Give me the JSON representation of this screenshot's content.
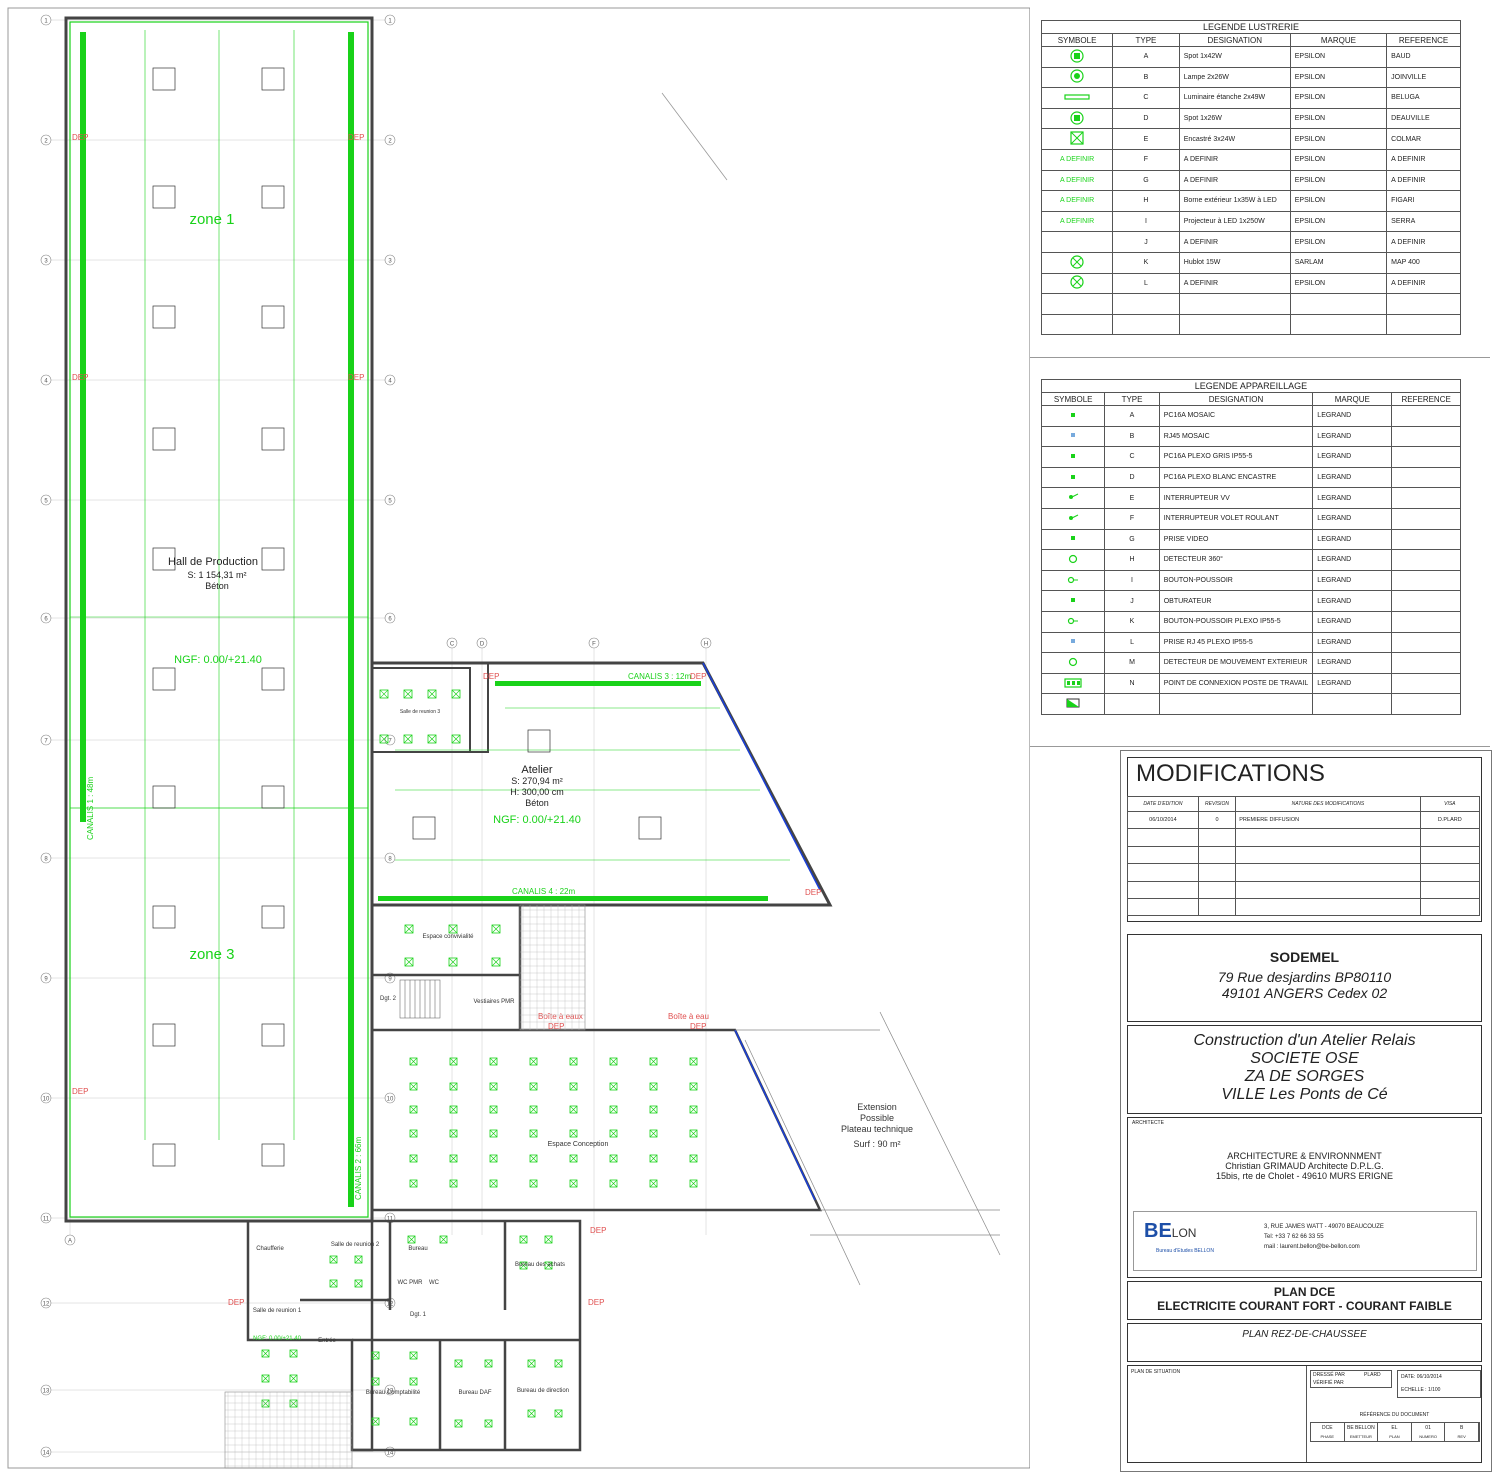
{
  "plan": {
    "zones": [
      "zone 1",
      "zone 3"
    ],
    "hall": {
      "name": "Hall de Production",
      "surface": "S: 1 154,31 m²",
      "sol": "Béton",
      "ngf": "NGF: 0.00/+21.40"
    },
    "atelier": {
      "name": "Atelier",
      "surface": "S: 270,94 m²",
      "height": "H: 300,00 cm",
      "sol": "Béton",
      "ngf": "NGF: 0.00/+21.40"
    },
    "canalis": [
      "CANALIS 1 : 48m",
      "CANALIS 2 : 66m",
      "CANALIS 3 : 12m",
      "CANALIS 4 : 22m"
    ],
    "dep": "DEP",
    "rooms": [
      "Salle de reunion 3",
      "Espace convivialité",
      "Vestiaires PMR",
      "Dgt. 2",
      "Espace Conception",
      "Salle de reunion 2",
      "Bureau",
      "WC PMR",
      "WC",
      "Bureau des achats",
      "Salle de reunion 1",
      "Entrée",
      "Dgt. 1",
      "Bureau Comptabilité",
      "Bureau DAF",
      "Bureau de direction",
      "Chaufferie"
    ],
    "boite": [
      "Boîte à eaux",
      "Boîte à eau"
    ],
    "extension": [
      "Extension",
      "Possible",
      "Plateau technique",
      "Surf : 90 m²"
    ],
    "ngf_small": "NGF: 0.00/+21.40",
    "axes_rows": [
      "1",
      "2",
      "3",
      "4",
      "5",
      "6",
      "7",
      "8",
      "9",
      "10",
      "11",
      "12",
      "13",
      "14"
    ],
    "axes_cols": [
      "A",
      "C",
      "D",
      "F",
      "H"
    ],
    "colors": {
      "green": "#19d219",
      "line": "#333333",
      "grid": "#8fe08f",
      "blue": "#1a3fd8",
      "red": "#e05050"
    }
  },
  "legend_lustrerie": {
    "title": "LEGENDE LUSTRERIE",
    "headers": [
      "SYMBOLE",
      "TYPE",
      "DESIGNATION",
      "MARQUE",
      "REFERENCE"
    ],
    "rows": [
      {
        "symbol": "spot-icon",
        "label": "",
        "type": "A",
        "designation": "Spot 1x42W",
        "marque": "EPSILON",
        "reference": "BAUD"
      },
      {
        "symbol": "lamp-icon",
        "label": "",
        "type": "B",
        "designation": "Lampe 2x26W",
        "marque": "EPSILON",
        "reference": "JOINVILLE"
      },
      {
        "symbol": "linear-icon",
        "label": "",
        "type": "C",
        "designation": "Luminaire étanche 2x49W",
        "marque": "EPSILON",
        "reference": "BELUGA"
      },
      {
        "symbol": "spot-icon",
        "label": "",
        "type": "D",
        "designation": "Spot 1x26W",
        "marque": "EPSILON",
        "reference": "DEAUVILLE"
      },
      {
        "symbol": "recessed-icon",
        "label": "",
        "type": "E",
        "designation": "Encastré 3x24W",
        "marque": "EPSILON",
        "reference": "COLMAR"
      },
      {
        "symbol": "",
        "label": "A DEFINIR",
        "type": "F",
        "designation": "A DEFINIR",
        "marque": "EPSILON",
        "reference": "A DEFINIR"
      },
      {
        "symbol": "",
        "label": "A DEFINIR",
        "type": "G",
        "designation": "A DEFINIR",
        "marque": "EPSILON",
        "reference": "A DEFINIR"
      },
      {
        "symbol": "",
        "label": "A DEFINIR",
        "type": "H",
        "designation": "Borne extérieur 1x35W à LED",
        "marque": "EPSILON",
        "reference": "FIGARI"
      },
      {
        "symbol": "",
        "label": "A DEFINIR",
        "type": "I",
        "designation": "Projecteur à LED 1x250W",
        "marque": "EPSILON",
        "reference": "SERRA"
      },
      {
        "symbol": "",
        "label": "",
        "type": "J",
        "designation": "A DEFINIR",
        "marque": "EPSILON",
        "reference": "A DEFINIR"
      },
      {
        "symbol": "hublot-icon",
        "label": "",
        "type": "K",
        "designation": "Hublot 15W",
        "marque": "SARLAM",
        "reference": "MAP 400"
      },
      {
        "symbol": "hublot-icon",
        "label": "",
        "type": "L",
        "designation": "A DEFINIR",
        "marque": "EPSILON",
        "reference": "A DEFINIR"
      },
      {
        "symbol": "",
        "label": "",
        "type": "",
        "designation": "",
        "marque": "",
        "reference": ""
      },
      {
        "symbol": "",
        "label": "",
        "type": "",
        "designation": "",
        "marque": "",
        "reference": ""
      }
    ]
  },
  "legend_appareillage": {
    "title": "LEGENDE APPAREILLAGE",
    "headers": [
      "SYMBOLE",
      "TYPE",
      "DESIGNATION",
      "MARQUE",
      "REFERENCE"
    ],
    "rows": [
      {
        "symbol": "outlet-icon",
        "type": "A",
        "designation": "PC16A MOSAIC",
        "marque": "LEGRAND",
        "reference": ""
      },
      {
        "symbol": "rj45-icon",
        "type": "B",
        "designation": "RJ45 MOSAIC",
        "marque": "LEGRAND",
        "reference": ""
      },
      {
        "symbol": "outlet-icon",
        "type": "C",
        "designation": "PC16A PLEXO GRIS IP55-5",
        "marque": "LEGRAND",
        "reference": ""
      },
      {
        "symbol": "outlet-icon",
        "type": "D",
        "designation": "PC16A PLEXO BLANC ENCASTRE",
        "marque": "LEGRAND",
        "reference": ""
      },
      {
        "symbol": "switch-icon",
        "type": "E",
        "designation": "INTERRUPTEUR VV",
        "marque": "LEGRAND",
        "reference": ""
      },
      {
        "symbol": "switch-icon",
        "type": "F",
        "designation": "INTERRUPTEUR VOLET ROULANT",
        "marque": "LEGRAND",
        "reference": ""
      },
      {
        "symbol": "outlet-icon",
        "type": "G",
        "designation": "PRISE VIDEO",
        "marque": "LEGRAND",
        "reference": ""
      },
      {
        "symbol": "detector-icon",
        "type": "H",
        "designation": "DETECTEUR 360°",
        "marque": "LEGRAND",
        "reference": ""
      },
      {
        "symbol": "pushbutton-icon",
        "type": "I",
        "designation": "BOUTON-POUSSOIR",
        "marque": "LEGRAND",
        "reference": ""
      },
      {
        "symbol": "outlet-icon",
        "type": "J",
        "designation": "OBTURATEUR",
        "marque": "LEGRAND",
        "reference": ""
      },
      {
        "symbol": "pushbutton-icon",
        "type": "K",
        "designation": "BOUTON-POUSSOIR PLEXO  IP55-5",
        "marque": "LEGRAND",
        "reference": ""
      },
      {
        "symbol": "rj45-icon",
        "type": "L",
        "designation": "PRISE RJ 45 PLEXO IP55-5",
        "marque": "LEGRAND",
        "reference": ""
      },
      {
        "symbol": "detector-icon",
        "type": "M",
        "designation": "DETECTEUR DE MOUVEMENT EXTERIEUR",
        "marque": "LEGRAND",
        "reference": ""
      },
      {
        "symbol": "workstation-icon",
        "type": "N",
        "designation": "POINT DE CONNEXION POSTE DE TRAVAIL",
        "marque": "LEGRAND",
        "reference": ""
      },
      {
        "symbol": "panel-icon",
        "type": "",
        "designation": "",
        "marque": "",
        "reference": ""
      }
    ]
  },
  "modifications": {
    "title": "MODIFICATIONS",
    "headers": [
      "DATE D'EDITION",
      "REVISION",
      "NATURE DES MODIFICATIONS",
      "VISA"
    ],
    "rows": [
      [
        "06/10/2014",
        "0",
        "PREMIERE DIFFUSION",
        "D.PLARD"
      ],
      [
        "",
        "",
        "",
        ""
      ],
      [
        "",
        "",
        "",
        ""
      ],
      [
        "",
        "",
        "",
        ""
      ],
      [
        "",
        "",
        "",
        ""
      ],
      [
        "",
        "",
        "",
        ""
      ]
    ]
  },
  "client": {
    "name": "SODEMEL",
    "address1": "79 Rue desjardins BP80110",
    "address2": "49101 ANGERS Cedex 02"
  },
  "project": [
    "Construction d'un Atelier Relais",
    "SOCIETE OSE",
    "ZA DE SORGES",
    "VILLE Les Ponts de Cé"
  ],
  "architect": {
    "label": "ARCHITECTE",
    "firm": "ARCHITECTURE & ENVIRONNMENT",
    "name": "Christian GRIMAUD Architecte D.P.L.G.",
    "address": "15bis, rte de Cholet - 49610 MURS ERIGNE"
  },
  "bet": {
    "logo_main": "BE",
    "logo_rest": "LON",
    "logo_sub": "Bureau d'Etudes BELLON",
    "address": "3, RUE JAMES WATT - 49070 BEAUCOUZE",
    "tel": "Tel: +33 7 62 66 33 55",
    "mail": "mail : laurent.bellon@be-bellon.com"
  },
  "plan_title": {
    "line1": "PLAN DCE",
    "line2": "ELECTRICITE COURANT FORT - COURANT FAIBLE",
    "subtitle": "PLAN REZ-DE-CHAUSSEE"
  },
  "cartouche": {
    "situation": "PLAN DE SITUATION",
    "dresse_par": "DRESSÉ PAR",
    "dresse_val": "PLARD",
    "verifie_par": "VÉRIFIÉ PAR",
    "date": "DATE: 06/10/2014",
    "echelle": "ECHELLE : 1/100",
    "reference": "RÉFÉRENCE DU DOCUMENT",
    "ref_cells": [
      "DCE",
      "BE BELLON",
      "EL",
      "01",
      "B"
    ],
    "ref_labels": [
      "PHASE",
      "EMETTEUR",
      "PLAN",
      "NUMERO",
      "REV"
    ]
  }
}
